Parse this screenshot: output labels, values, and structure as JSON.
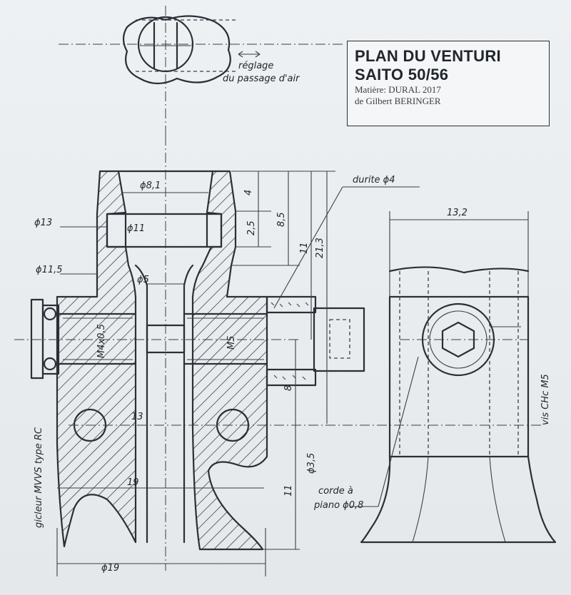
{
  "title_block": {
    "line1": "PLAN DU VENTURI",
    "line2": "SAITO 50/56",
    "material": "Matière: DURAL 2017",
    "author": "de Gilbert BERINGER"
  },
  "annotations": {
    "reglage_1": "réglage",
    "reglage_2": "du passage d'air",
    "durite": "durite ϕ4",
    "vis": "vis CHc M5",
    "gicleur": "gicleur MVVS type RC",
    "corde_1": "corde à",
    "corde_2": "piano ϕ0,8"
  },
  "dimensions": {
    "d81": "ϕ8,1",
    "d11": "ϕ11",
    "d13": "ϕ13",
    "d11_5": "ϕ11,5",
    "d5": "ϕ5",
    "m4": "M4x0,5",
    "m5": "M5",
    "d19_bottom": "ϕ19",
    "d19_mid": "19",
    "v13": "13",
    "h4": "4",
    "h2_5": "2,5",
    "h8_5": "8,5",
    "h11_top": "11",
    "h21_3": "21,3",
    "h8": "8",
    "h11_bottom": "11",
    "d3_5": "ϕ3,5",
    "w13_2": "13,2"
  },
  "colors": {
    "ink": "#2b2f36",
    "paper": "#e9ecee"
  }
}
